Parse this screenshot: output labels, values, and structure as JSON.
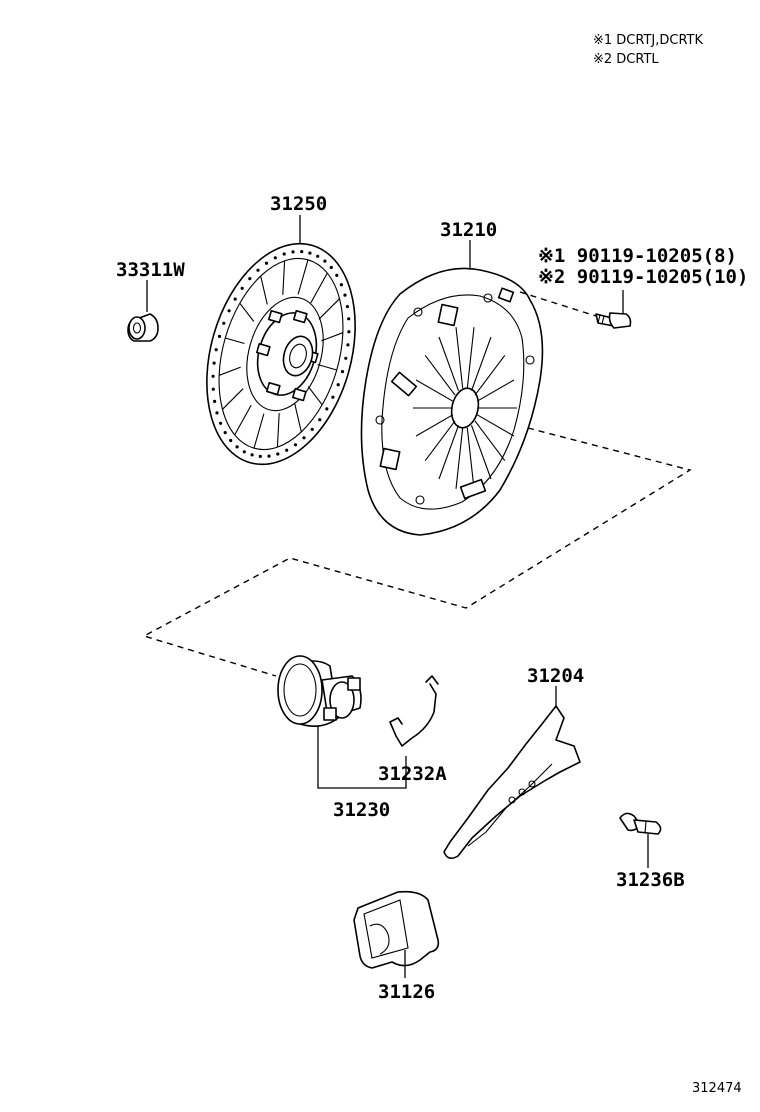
{
  "notes": {
    "note1": "※1 DCRTJ,DCRTK",
    "note2": "※2 DCRTL"
  },
  "parts": {
    "p31250": "31250",
    "p33311w": "33311W",
    "p31210": "31210",
    "bolt1": "※1 90119-10205(8)",
    "bolt2": "※2 90119-10205(10)",
    "p31204": "31204",
    "p31232a": "31232A",
    "p31230": "31230",
    "p31236b": "31236B",
    "p31126": "31126"
  },
  "diagram_id": "312474"
}
